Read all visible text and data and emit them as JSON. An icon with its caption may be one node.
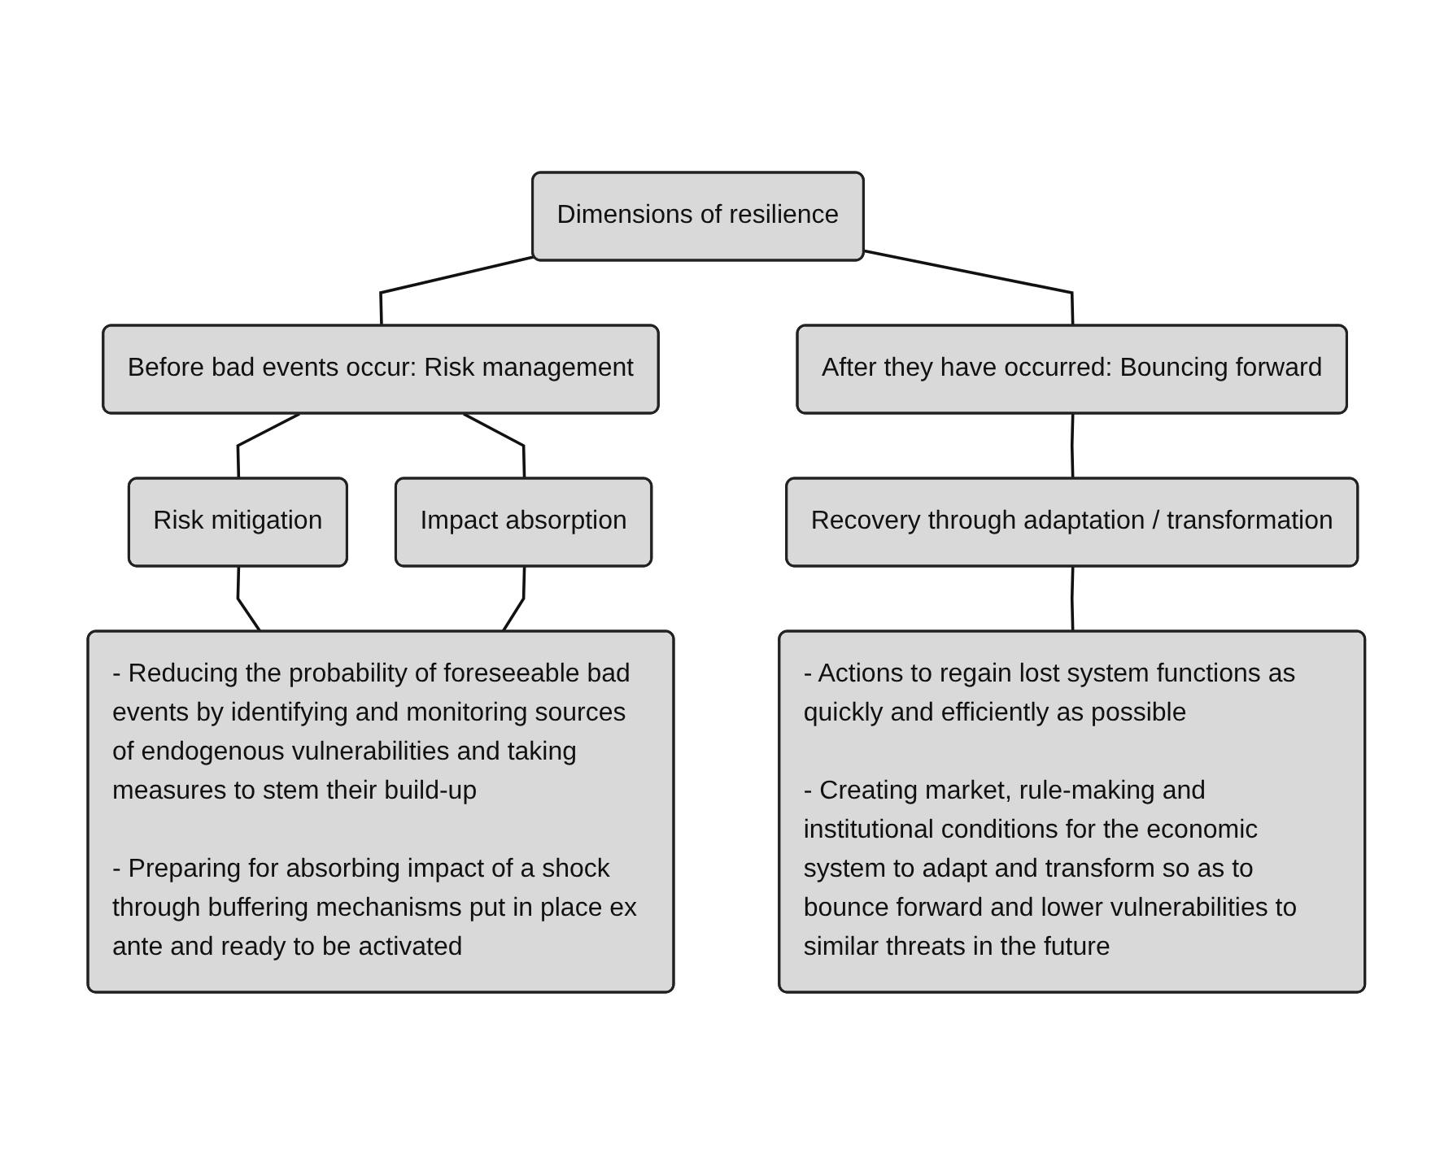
{
  "diagram": {
    "nodes": [
      {
        "text": [
          "Dimensions of resilience"
        ]
      },
      {
        "text": [
          "Before bad events occur: Risk management"
        ]
      },
      {
        "text": [
          "After they have occurred: Bouncing forward"
        ]
      },
      {
        "text": [
          "Risk mitigation"
        ]
      },
      {
        "text": [
          "Impact absorption"
        ]
      },
      {
        "text": [
          "Recovery through adaptation / transformation"
        ]
      },
      {
        "text": [
          "- Reducing the probability of foreseeable bad events by identifying and monitoring sources of endogenous vulnerabilities and taking measures to stem their build-up",
          "- Preparing for absorbing impact of a shock through buffering mechanisms put in place ex ante and ready to be activated"
        ]
      },
      {
        "text": [
          "- Actions to regain lost system functions as quickly and efficiently as possible",
          "- Creating market, rule-making and institutional conditions for the economic system to adapt and transform so as to bounce forward and lower vulnerabilities to similar threats in the future"
        ]
      }
    ],
    "edges": [
      {
        "from": 0,
        "to": 1,
        "arrow": "none"
      },
      {
        "from": 0,
        "to": 2,
        "arrow": "none"
      },
      {
        "from": 1,
        "to": 3,
        "arrow": "none"
      },
      {
        "from": 1,
        "to": 4,
        "arrow": "none"
      },
      {
        "from": 2,
        "to": 5,
        "arrow": "none"
      },
      {
        "from": 3,
        "to": 6,
        "arrow": "none"
      },
      {
        "from": 4,
        "to": 6,
        "arrow": "none"
      },
      {
        "from": 5,
        "to": 7,
        "arrow": "none"
      }
    ]
  }
}
